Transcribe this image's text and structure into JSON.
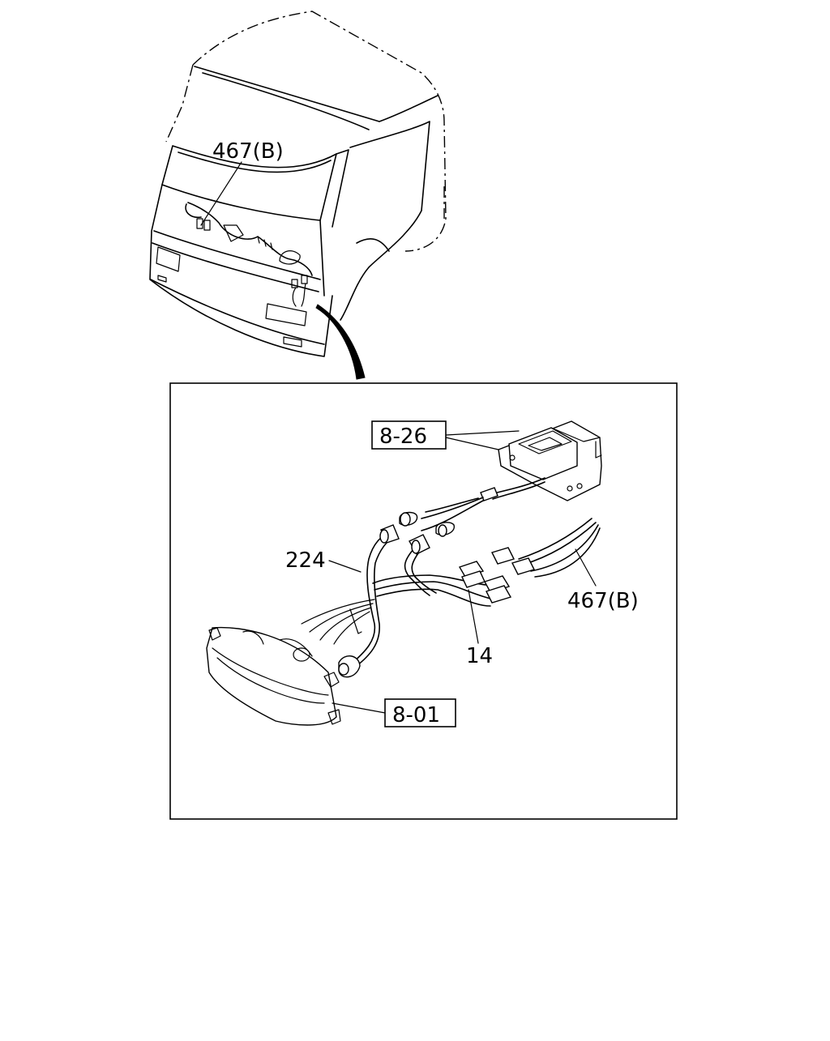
{
  "callouts": {
    "cab_harness": "467(B)",
    "relay_ref": "8-26",
    "harness_224": "224",
    "harness_467b": "467(B)",
    "harness_14": "14",
    "fog_lamp_ref": "8-01"
  }
}
